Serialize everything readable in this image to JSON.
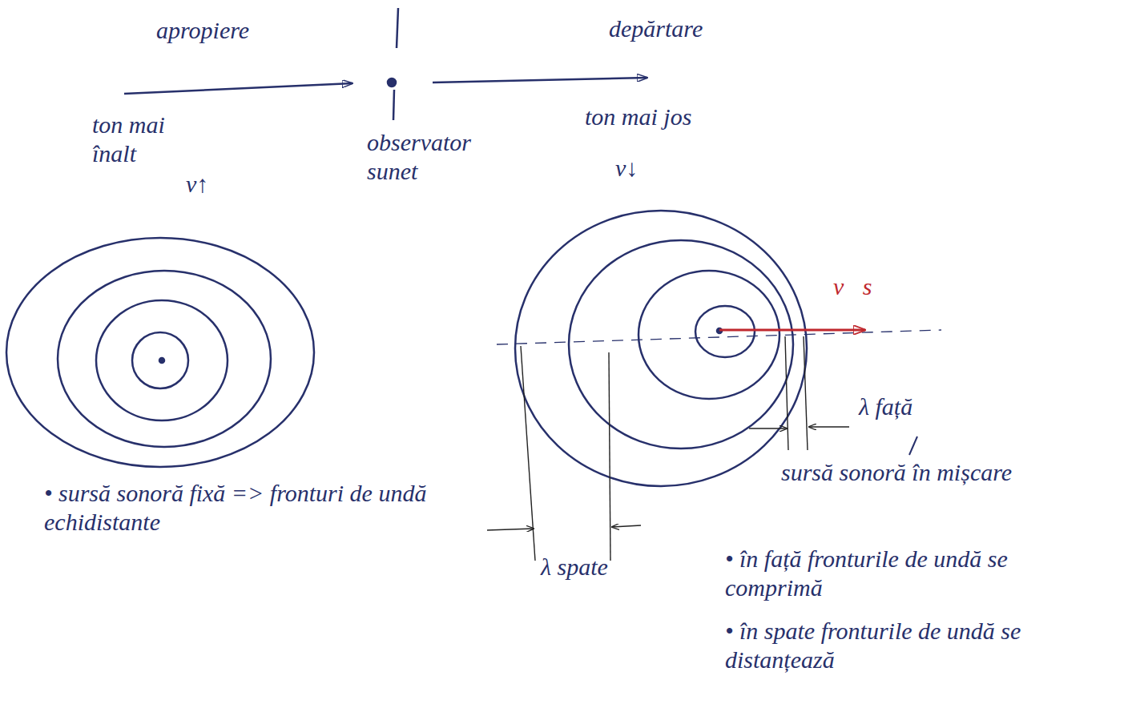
{
  "diagram": {
    "labels": [
      "apropiere",
      "depărtare",
      "ton mai înalt",
      "ν↑",
      "observator sunet",
      "ton mai jos",
      "ν↓",
      "v⃗s",
      "λ față",
      "sursă sonoră în mișcare",
      "λ spate",
      "• sursă sonoră fixă => fronturi de undă echidistante",
      "• în față fronturile de undă se comprimă",
      "• în spate fronturile de undă se distanțează"
    ]
  }
}
